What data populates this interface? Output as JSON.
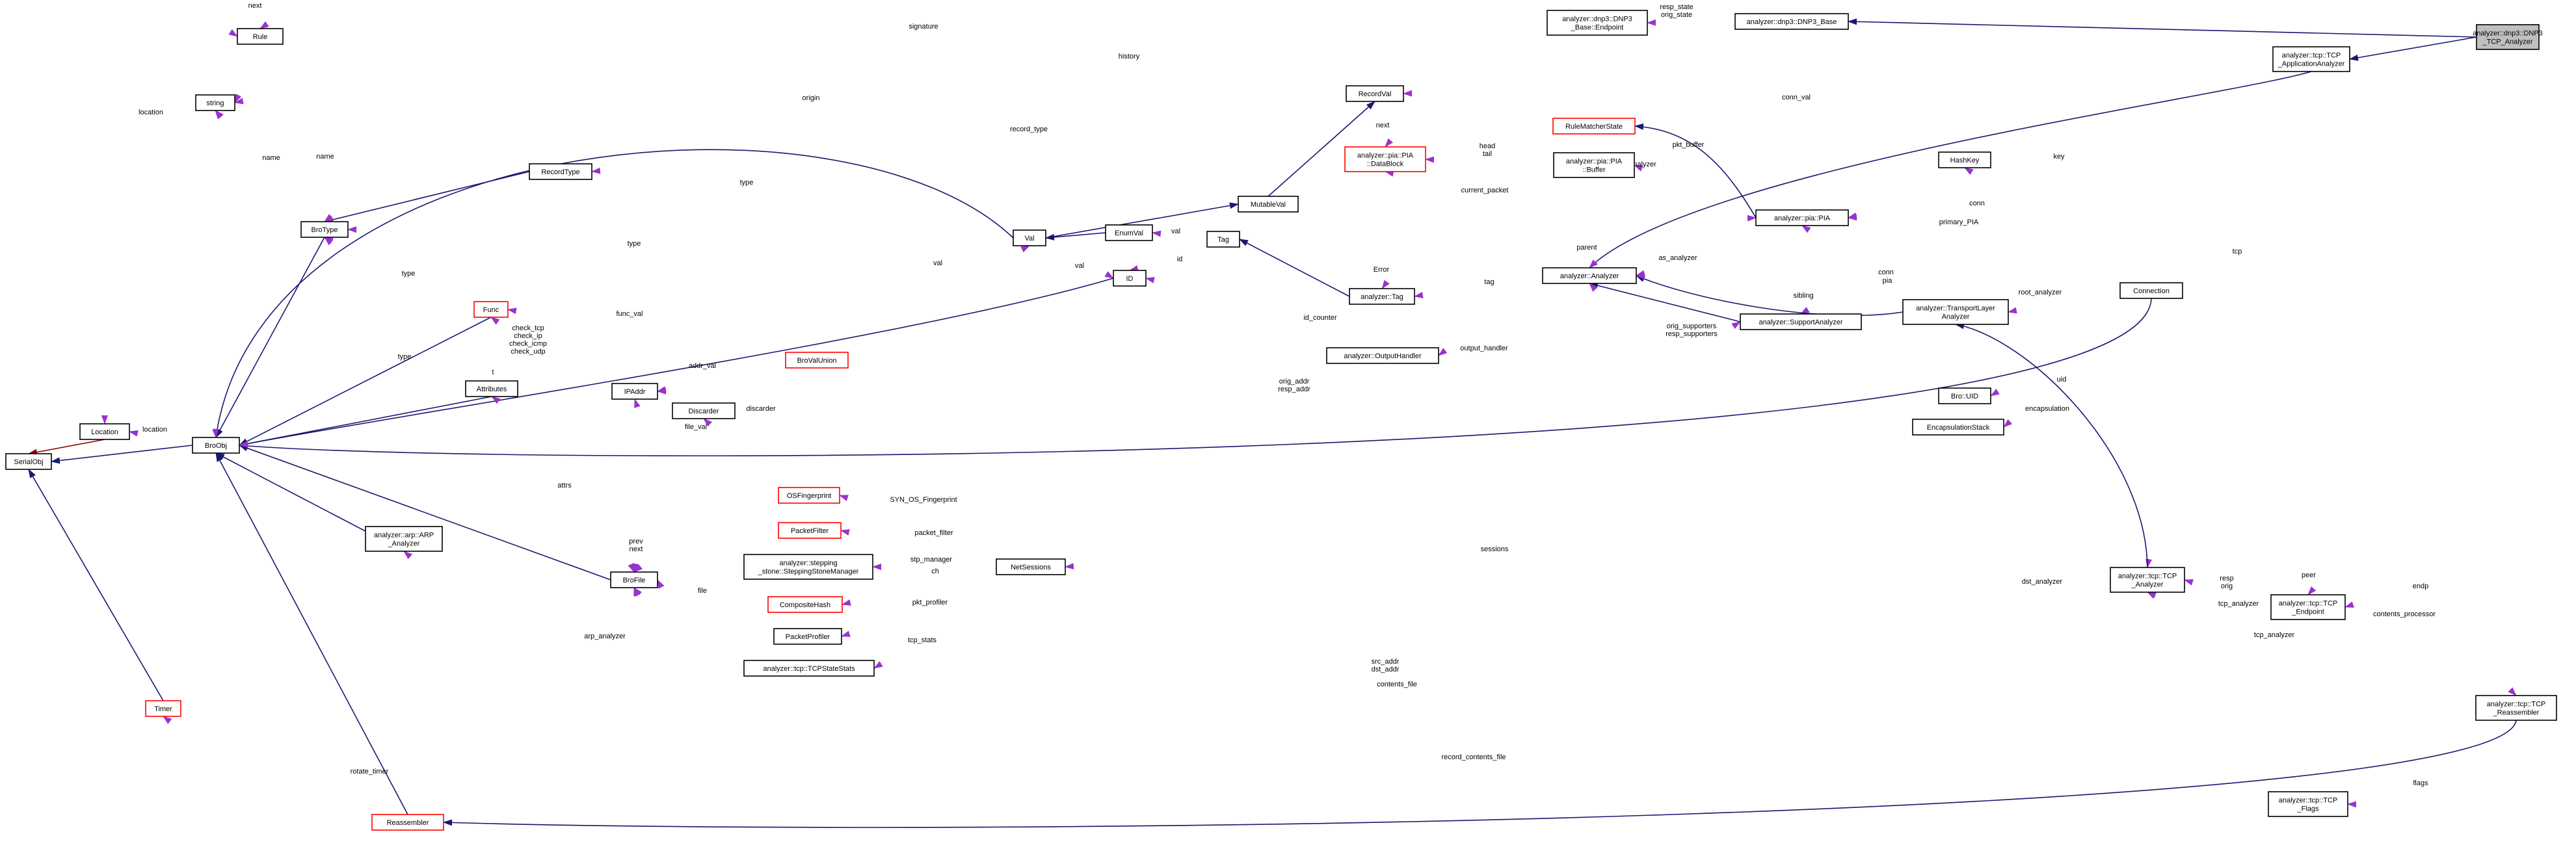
{
  "nodes": {
    "dnp3_tcp": [
      "analyzer::dnp3::DNP3",
      "_TCP_Analyzer"
    ],
    "tcp_app": [
      "analyzer::tcp::TCP",
      "_ApplicationAnalyzer"
    ],
    "dnp3_base": [
      "analyzer::dnp3::DNP3_Base"
    ],
    "dnp3_endpoint": [
      "analyzer::dnp3::DNP3",
      "_Base::Endpoint"
    ],
    "rule": [
      "Rule"
    ],
    "string": [
      "string"
    ],
    "location": [
      "Location"
    ],
    "serialobj": [
      "SerialObj"
    ],
    "broobj": [
      "BroObj"
    ],
    "timer": [
      "Timer"
    ],
    "reassembler": [
      "Reassembler"
    ],
    "brotype": [
      "BroType"
    ],
    "func": [
      "Func"
    ],
    "attributes": [
      "Attributes"
    ],
    "recordtype": [
      "RecordType"
    ],
    "recordval": [
      "RecordVal"
    ],
    "mutableval": [
      "MutableVal"
    ],
    "val": [
      "Val"
    ],
    "enumval": [
      "EnumVal"
    ],
    "tag": [
      "Tag"
    ],
    "id": [
      "ID"
    ],
    "brovalunion": [
      "BroValUnion"
    ],
    "ipaddr": [
      "IPAddr"
    ],
    "discarder": [
      "Discarder"
    ],
    "brofile": [
      "BroFile"
    ],
    "arp": [
      "analyzer::arp::ARP",
      "_Analyzer"
    ],
    "osfp": [
      "OSFingerprint"
    ],
    "packetfilter": [
      "PacketFilter"
    ],
    "stepping": [
      "analyzer::stepping",
      "_stone::SteppingStoneManager"
    ],
    "compositehash": [
      "CompositeHash"
    ],
    "packetprofiler": [
      "PacketProfiler"
    ],
    "tcpstatestats": [
      "analyzer::tcp::TCPStateStats"
    ],
    "netsessions": [
      "NetSessions"
    ],
    "pia_datablock": [
      "analyzer::pia::PIA",
      "::DataBlock"
    ],
    "rulematcherstate": [
      "RuleMatcherState"
    ],
    "pia_buffer": [
      "analyzer::pia::PIA",
      "::Buffer"
    ],
    "pia": [
      "analyzer::pia::PIA"
    ],
    "analyzer_tag": [
      "analyzer::Tag"
    ],
    "outputhandler": [
      "analyzer::OutputHandler"
    ],
    "analyzer": [
      "analyzer::Analyzer"
    ],
    "supportanalyzer": [
      "analyzer::SupportAnalyzer"
    ],
    "transportlayer": [
      "analyzer::TransportLayer",
      "Analyzer"
    ],
    "hashkey": [
      "HashKey"
    ],
    "connection": [
      "Connection"
    ],
    "bro_uid": [
      "Bro::UID"
    ],
    "encapsulationstack": [
      "EncapsulationStack"
    ],
    "tcp_analyzer": [
      "analyzer::tcp::TCP",
      "_Analyzer"
    ],
    "tcp_endpoint": [
      "analyzer::tcp::TCP",
      "_Endpoint"
    ],
    "tcp_reassembler": [
      "analyzer::tcp::TCP",
      "_Reassembler"
    ],
    "tcp_flags": [
      "analyzer::tcp::TCP",
      "_Flags"
    ]
  },
  "edge_labels": {
    "next": [
      "next"
    ],
    "signature": [
      "signature"
    ],
    "resp_orig_state": [
      "resp_state",
      "orig_state"
    ],
    "history": [
      "history"
    ],
    "location": [
      "location"
    ],
    "origin": [
      "origin"
    ],
    "record_type": [
      "record_type"
    ],
    "conn_val": [
      "conn_val"
    ],
    "name1": [
      "name"
    ],
    "name2": [
      "name"
    ],
    "type_rt": [
      "type"
    ],
    "type_val": [
      "type"
    ],
    "type_bro": [
      "type"
    ],
    "type_attr": [
      "type"
    ],
    "head_tail": [
      "head",
      "tail"
    ],
    "pkt_buffer": [
      "pkt_buffer"
    ],
    "analyzer_lbl": [
      "analyzer"
    ],
    "current_packet": [
      "current_packet"
    ],
    "conn": [
      "conn"
    ],
    "primary_pia": [
      "primary_PIA"
    ],
    "key": [
      "key"
    ],
    "error": [
      "Error"
    ],
    "tag": [
      "tag"
    ],
    "val": [
      "val"
    ],
    "val2": [
      "val"
    ],
    "id": [
      "id"
    ],
    "atrs": [
      "attrs"
    ],
    "parent": [
      "parent"
    ],
    "as_analyzer": [
      "as_analyzer"
    ],
    "id_counter": [
      "id_counter"
    ],
    "output_handler": [
      "output_handler"
    ],
    "sibling": [
      "sibling"
    ],
    "orig_resp_supporters": [
      "orig_supporters",
      "resp_supporters"
    ],
    "conn2": [
      "conn"
    ],
    "pia_lbl": [
      "pia"
    ],
    "root_analyzer": [
      "root_analyzer"
    ],
    "func_val": [
      "func_val"
    ],
    "checks": [
      "check_tcp",
      "check_ip",
      "check_icmp",
      "check_udp"
    ],
    "t": [
      "t"
    ],
    "addr_val": [
      "addr_val"
    ],
    "orig_resp_addr": [
      "orig_addr",
      "resp_addr"
    ],
    "uid": [
      "uid"
    ],
    "encapsulation": [
      "encapsulation"
    ],
    "file_val": [
      "file_val"
    ],
    "discarder": [
      "discarder"
    ],
    "syn_os": [
      "SYN_OS_Fingerprint"
    ],
    "packet_filter": [
      "packet_filter"
    ],
    "stp_manager": [
      "stp_manager"
    ],
    "ch": [
      "ch"
    ],
    "pkt_profiler": [
      "pkt_profiler"
    ],
    "tcp_stats": [
      "tcp_stats"
    ],
    "attrs2": [
      "attrs"
    ],
    "prev_next": [
      "prev",
      "next"
    ],
    "file": [
      "file"
    ],
    "arp_analyzer": [
      "arp_analyzer"
    ],
    "sessions": [
      "sessions"
    ],
    "tcp": [
      "tcp"
    ],
    "resp_orig": [
      "resp",
      "orig"
    ],
    "peer": [
      "peer"
    ],
    "tcp_analyzer_lbl": [
      "tcp_analyzer"
    ],
    "endp": [
      "endp"
    ],
    "contents_processor": [
      "contents_processor"
    ],
    "tcp_analyzer2": [
      "tcp_analyzer"
    ],
    "dst_analyzer": [
      "dst_analyzer"
    ],
    "src_dst_addr": [
      "src_addr",
      "dst_addr"
    ],
    "contents_file": [
      "contents_file"
    ],
    "record_contents_file": [
      "record_contents_file"
    ],
    "rotate_timer": [
      "rotate_timer"
    ],
    "flags": [
      "flags"
    ]
  },
  "colors": {
    "inheritance": "#191970",
    "usage": "#9a32cd",
    "template_inheritance": "#8b0000",
    "red_border": "#ff0000",
    "highlight_fill": "#bfbfbf"
  }
}
